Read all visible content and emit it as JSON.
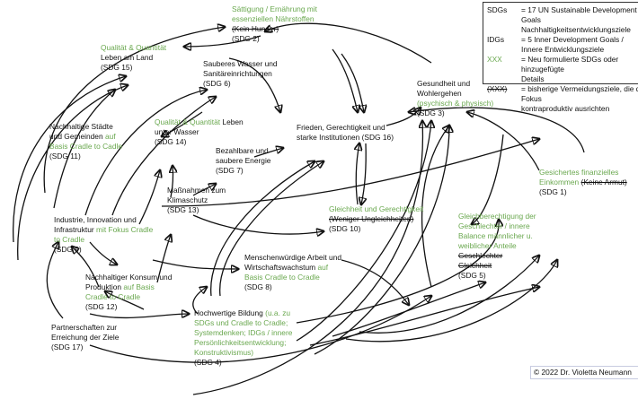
{
  "legend": {
    "rows": [
      {
        "key": "SDGs",
        "text": "= 17 UN Sustainable Development Goals",
        "text2": "Nachhaltigkeitsentwicklungsziele"
      },
      {
        "key": "IDGs",
        "text": "=  5 Inner Development Goals /",
        "text2": "Innere Entwicklungsziele"
      },
      {
        "key": "XXX",
        "text": "=  Neu formulierte SDGs oder hinzugefügte",
        "text2": "Details"
      },
      {
        "key": "(XXX)",
        "text": "=  bisherige Vermeidungsziele, die den Fokus",
        "text2": "kontraproduktiv ausrichten"
      }
    ]
  },
  "nodes": {
    "sdg2": {
      "green1": "Sättigung / Ernährung mit",
      "green2": "essenziellen Nährstoffen",
      "strike": "(Kein Hunger)",
      "code": "(SDG 2)"
    },
    "sdg15": {
      "green": "Qualität & Quantität",
      "line": "Leben am Land",
      "code": "(SDG 15)"
    },
    "sdg6": {
      "line1": "Sauberes Wasser und",
      "line2": "Sanitäreinrichtungen",
      "code": "(SDG 6)"
    },
    "sdg3": {
      "line1": "Gesundheit und",
      "line2": "Wohlergehen",
      "green": "(psychisch & physisch)",
      "code": "(SDG 3)"
    },
    "sdg11": {
      "line1": "Nachhaltige Städte",
      "line2": "und Gemeinden",
      "green1": "auf",
      "green2": "Basis Cradle to Cadle",
      "code": "(SDG 11)"
    },
    "sdg14": {
      "green": "Qualität & Quantität",
      "line1": "Leben",
      "line2": "unter Wasser",
      "code": "(SDG 14)"
    },
    "sdg16": {
      "line1": "Frieden, Gerechtigkeit und",
      "line2": "starke Institutionen (SDG 16)"
    },
    "sdg7": {
      "line1": "Bezahlbare und",
      "line2": "saubere Energie",
      "code": "(SDG 7)"
    },
    "sdg13": {
      "line1": "Maßnahmen zum",
      "line2": "Klimaschutz",
      "code": "(SDG 13)"
    },
    "sdg1": {
      "green1": "Gesichertes finanzielles",
      "green2": "Einkommen",
      "strike": "(Keine Armut)",
      "code": "(SDG 1)"
    },
    "sdg9": {
      "line1": "Industrie, Innovation und",
      "line2": "Infrastruktur",
      "green1": "mit Fokus Cradle",
      "green2": "to Cradle",
      "code": "(SDG 9)"
    },
    "sdg10": {
      "green": "Gleichheit und Gerechtigkeit",
      "strike": "(Weniger Ungleichheiten)",
      "code": "(SDG 10)"
    },
    "sdg5": {
      "green1": "Gleichberechtigung der",
      "green2": "Geschlechter / innere",
      "green3": "Balance männlicher u.",
      "green4": "weiblicher Anteile",
      "strike1": "Geschlechter",
      "strike2": "Gleichheit",
      "code": "(SDG 5)"
    },
    "sdg8": {
      "line1": "Menschenwürdige Arbeit und",
      "line2": "Wirtschaftswachstum",
      "green1": "auf",
      "green2": "Basis Cradle to Cradle",
      "code": "(SDG 8)"
    },
    "sdg12": {
      "line1": "Nachhaltiger Konsum und",
      "line2": "Produktion",
      "green1": "auf Basis",
      "green2": "Cradle to Cradle",
      "code": "(SDG 12)"
    },
    "sdg17": {
      "line1": "Partnerschaften zur",
      "line2": "Erreichung der Ziele",
      "code": "(SDG 17)"
    },
    "sdg4": {
      "line1": "Hochwertige Bildung",
      "green1": "(u.a. zu",
      "green2": "SDGs und Cradle to Cradle;",
      "green3": "Systemdenken; IDGs / innere",
      "green4": "Persönlichkeitsentwicklung;",
      "green5": "Konstruktivismus)",
      "code": "(SDG 4)"
    }
  },
  "copyright": "© 2022 Dr. Violetta Neumann",
  "colors": {
    "accent_green": "#6aa84f",
    "text": "#111111"
  }
}
